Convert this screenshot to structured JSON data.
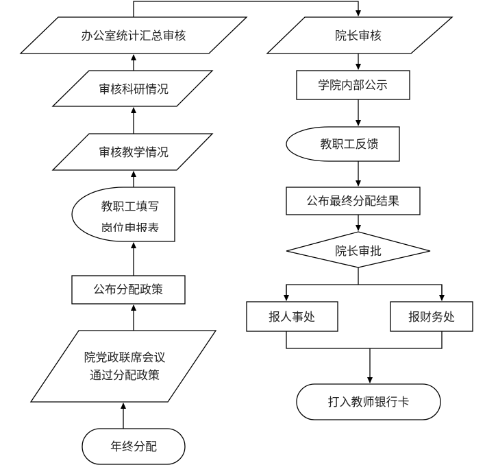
{
  "nodes": {
    "office_review": "办公室统计汇总审核",
    "research_review": "审核科研情况",
    "teaching_review": "审核教学情况",
    "staff_fill_1": "教职工填写",
    "staff_fill_2": "岗位申报表",
    "publish_policy": "公布分配政策",
    "meeting_1": "院党政联席会议",
    "meeting_2": "通过分配政策",
    "year_end": "年终分配",
    "dean_review": "院长审核",
    "internal_notice": "学院内部公示",
    "staff_feedback": "教职工反馈",
    "publish_result": "公布最终分配结果",
    "dean_approve": "院长审批",
    "hr": "报人事处",
    "finance": "报财务处",
    "bank": "打入教师银行卡"
  }
}
